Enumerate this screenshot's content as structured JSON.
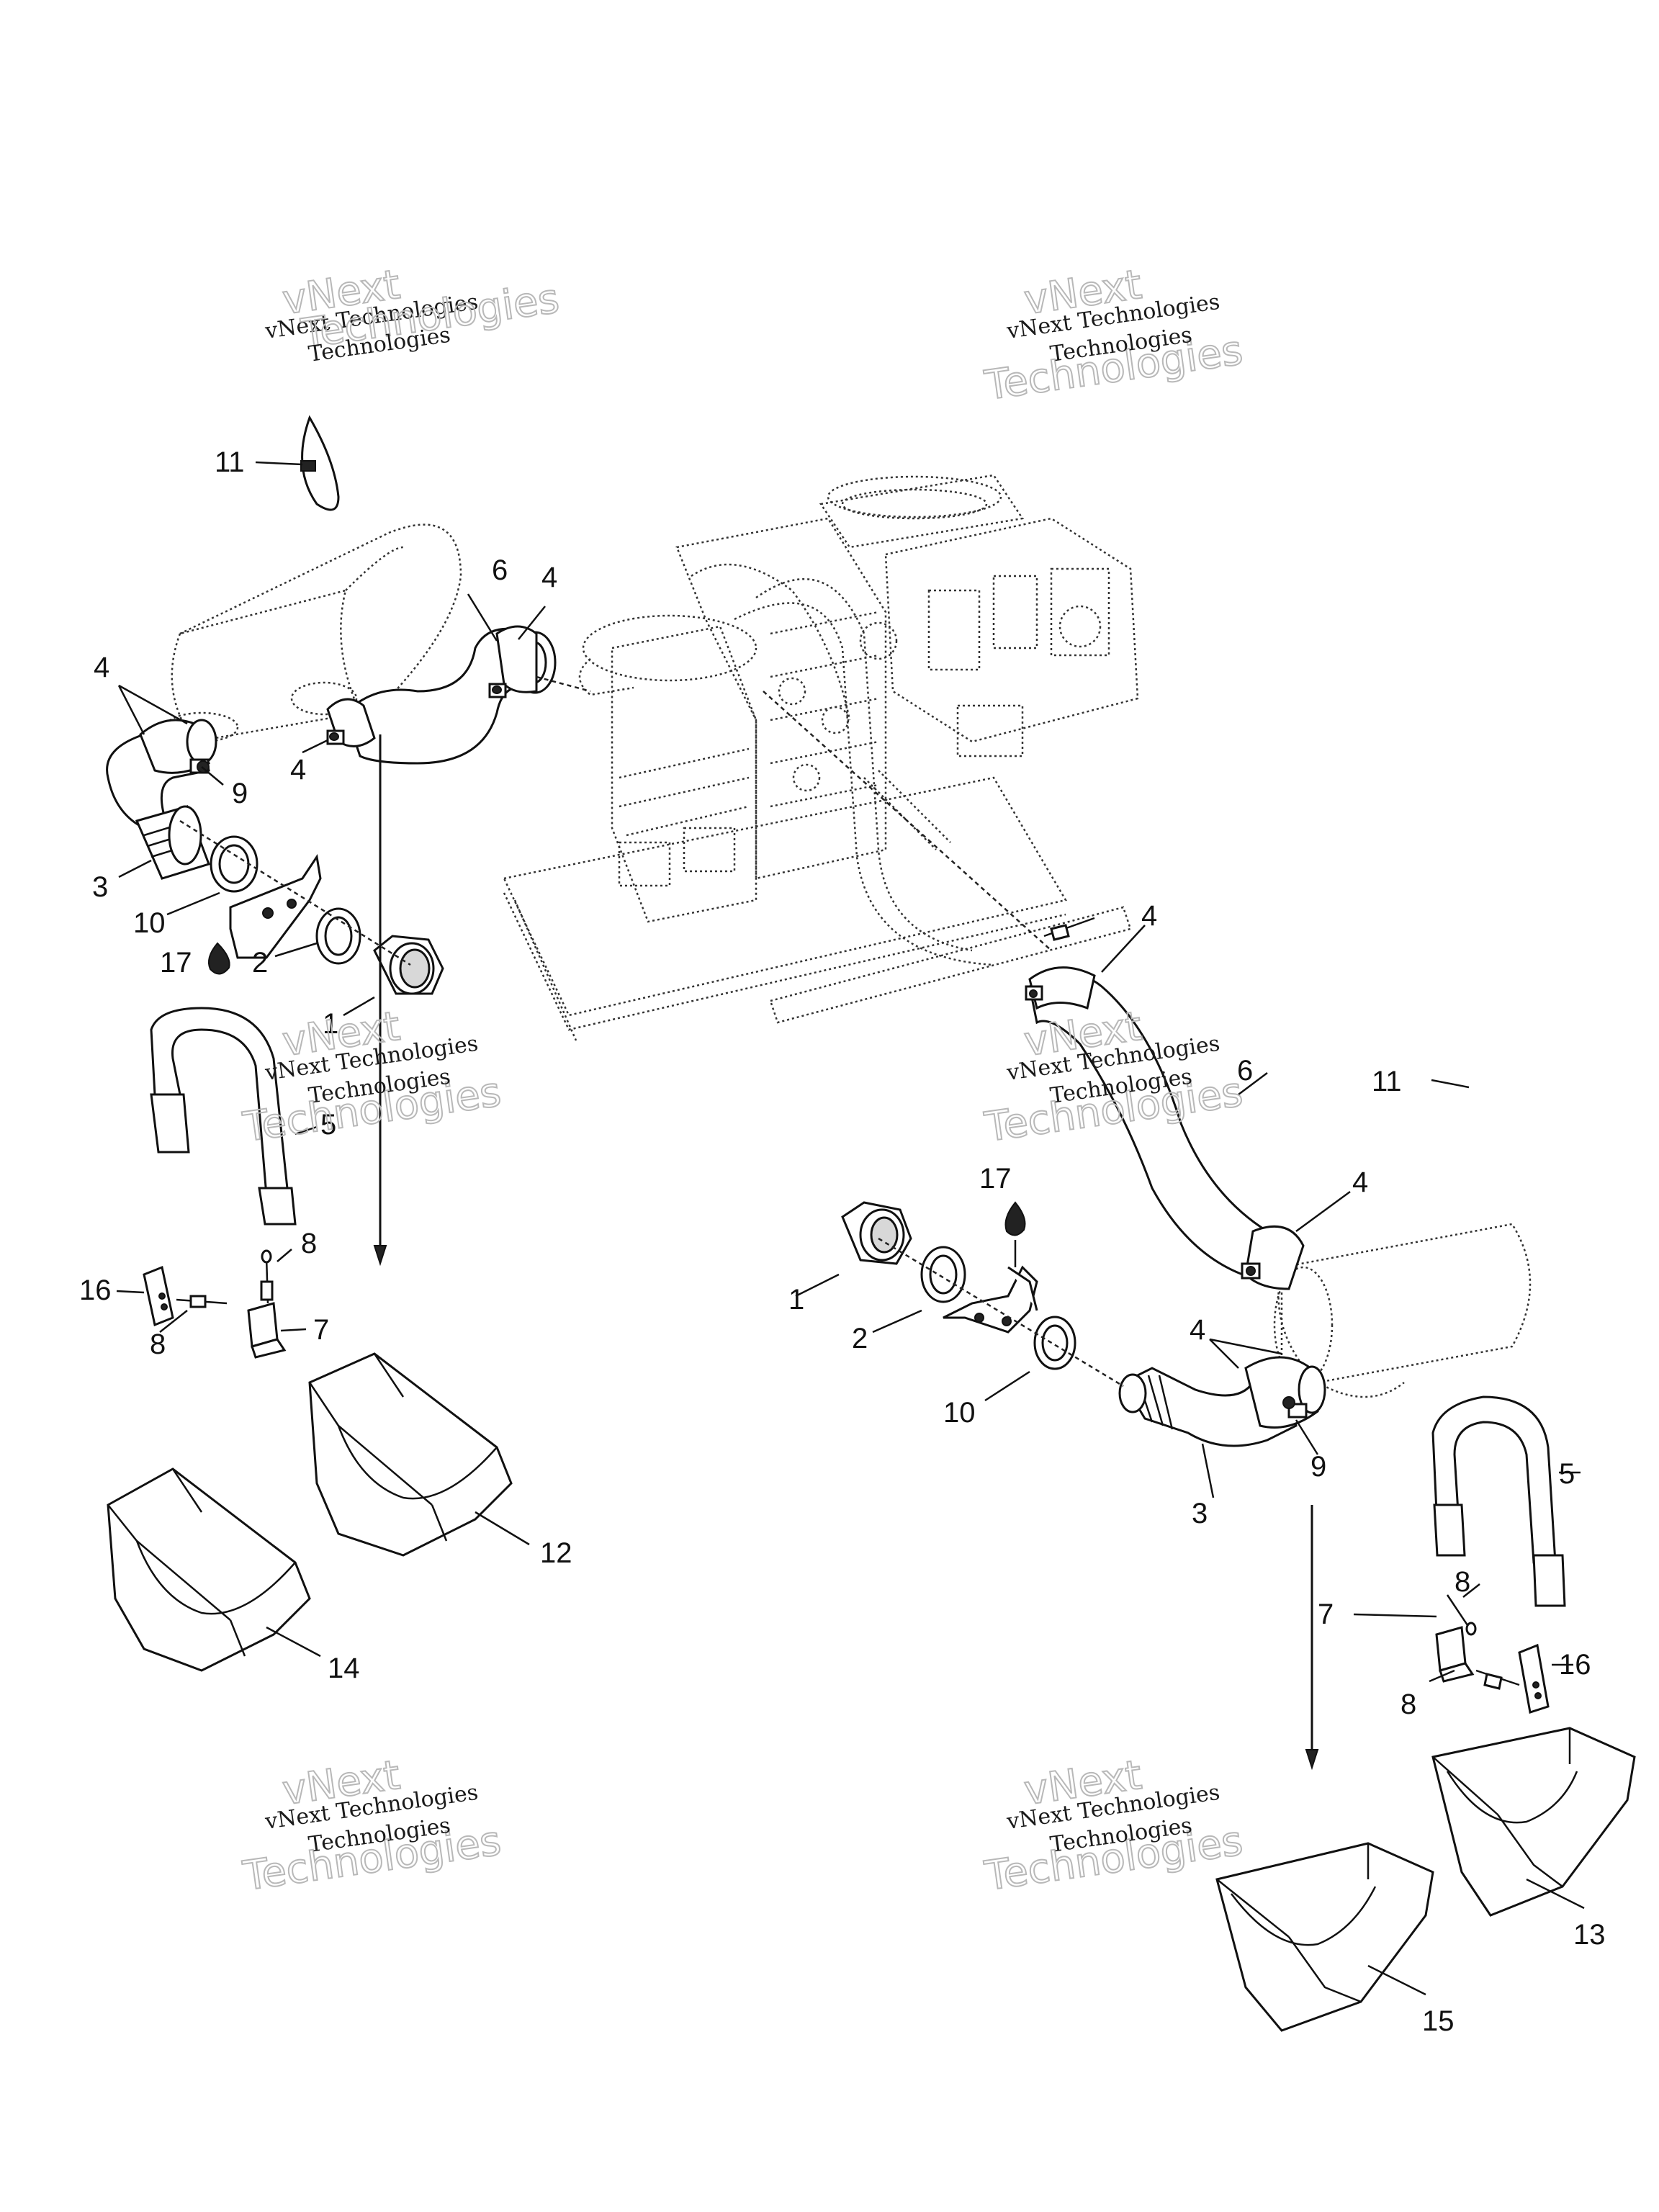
{
  "watermarks": [
    {
      "line1": "vNext",
      "line2": "vNext Technologies",
      "line3": "Technologies",
      "line4": "Technologies"
    },
    {
      "line1": "vNext",
      "line2": "vNext Technologies",
      "line3": "Technologies",
      "line4": "Technologies"
    },
    {
      "line1": "vNext",
      "line2": "vNext Technologies",
      "line3": "Technologies",
      "line4": "Technologies"
    },
    {
      "line1": "vNext",
      "line2": "vNext Technologies",
      "line3": "Technologies",
      "line4": "Technologies"
    },
    {
      "line1": "vNext",
      "line2": "vNext Technologies",
      "line3": "Technologies",
      "line4": "Technologies"
    },
    {
      "line1": "vNext",
      "line2": "vNext Technologies",
      "line3": "Technologies",
      "line4": "Technologies"
    }
  ],
  "callouts": {
    "left": {
      "c11": "11",
      "c6": "6",
      "c4a": "4",
      "c4b": "4",
      "c9": "9",
      "c4c": "4",
      "c3": "3",
      "c10": "10",
      "c17": "17",
      "c2": "2",
      "c1": "1",
      "c5": "5",
      "c8a": "8",
      "c16": "16",
      "c8b": "8",
      "c7": "7",
      "c12": "12",
      "c14": "14"
    },
    "right": {
      "c4a": "4",
      "c11": "11",
      "c6": "6",
      "c17": "17",
      "c4b": "4",
      "c1": "1",
      "c2": "2",
      "c4c": "4",
      "c10": "10",
      "c3": "3",
      "c9": "9",
      "c5": "5",
      "c8a": "8",
      "c7": "7",
      "c16": "16",
      "c8b": "8",
      "c13": "13",
      "c15": "15"
    }
  }
}
